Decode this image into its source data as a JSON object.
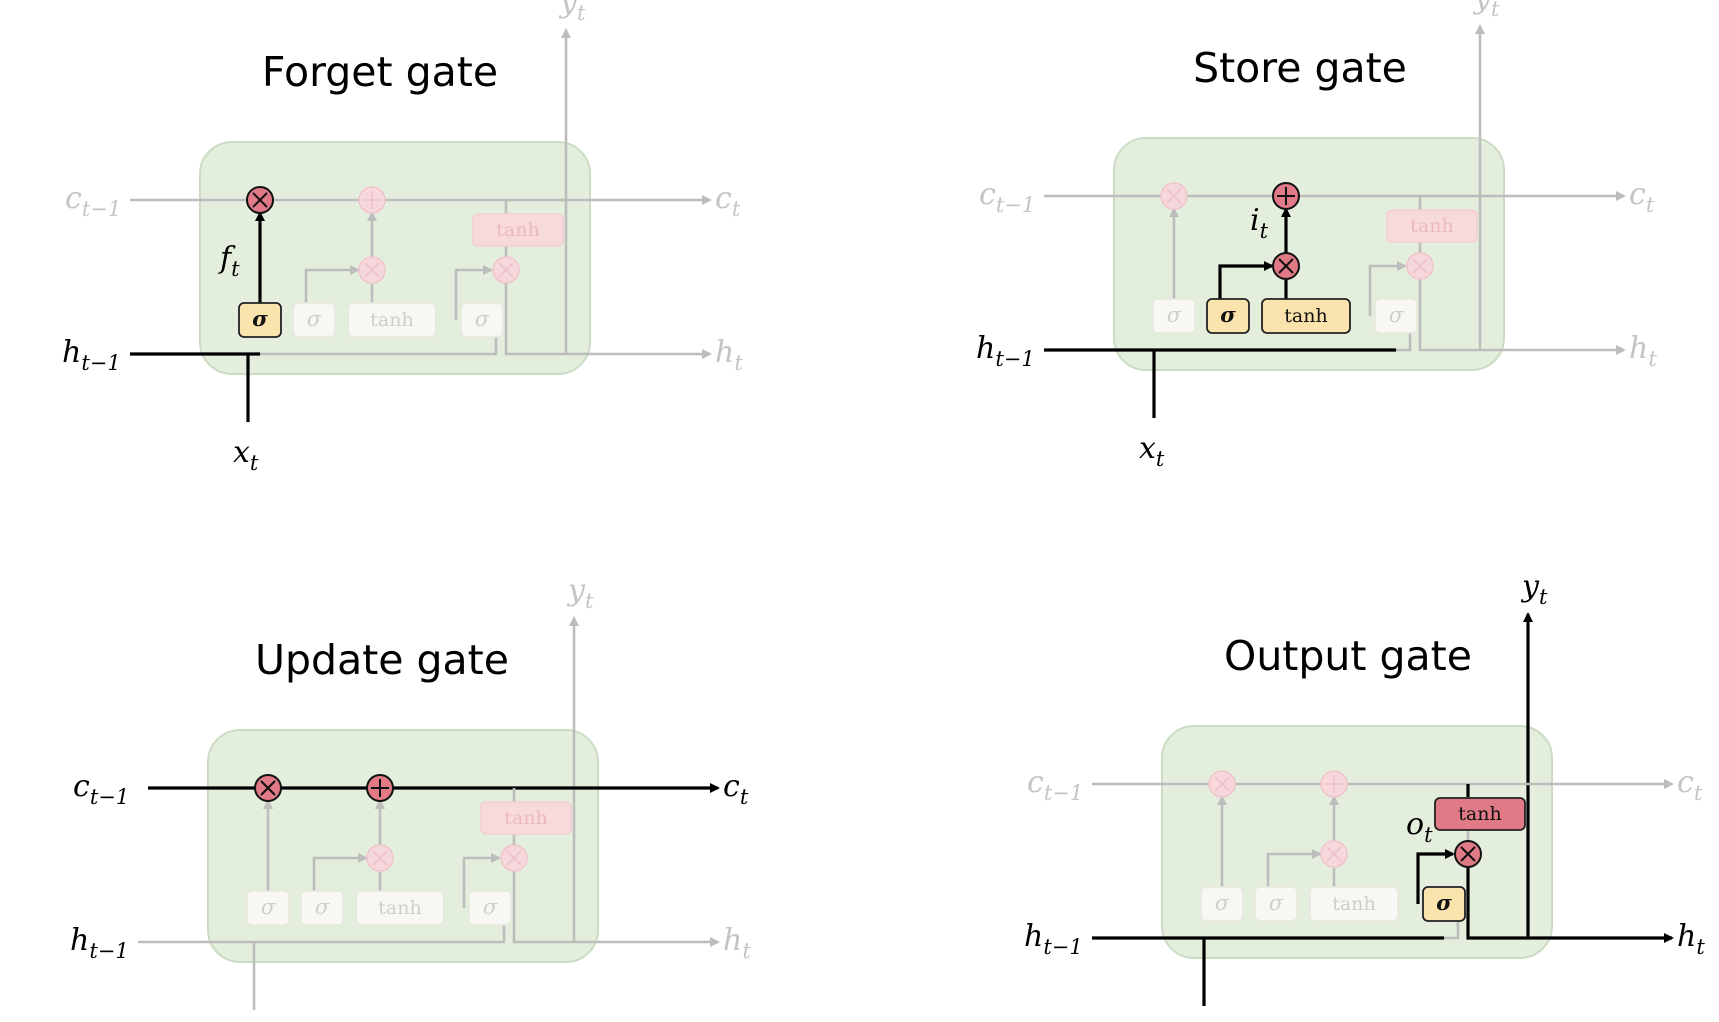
{
  "colors": {
    "background": "#ffffff",
    "cell_fill": "#e3efdc",
    "cell_border": "#ccdcc4",
    "faded_line": "#bdbdbd",
    "active_line": "#000000",
    "op_active": "#e07a86",
    "op_faded": "#f6d8dc",
    "sigma_active": "#fbe3ae",
    "tanh_active_red": "#e07a86",
    "faded_box": "#f7f7f3"
  },
  "labels": {
    "c_prev": "c",
    "c_prev_sub": "t−1",
    "c_t": "c",
    "c_t_sub": "t",
    "h_prev": "h",
    "h_prev_sub": "t−1",
    "h_t": "h",
    "h_t_sub": "t",
    "x_t": "x",
    "x_t_sub": "t",
    "y_t": "y",
    "y_t_sub": "t",
    "sigma": "σ",
    "tanh": "tanh"
  },
  "panels": [
    {
      "id": "forget",
      "title": "Forget gate",
      "gate_label": "f",
      "gate_sub": "t"
    },
    {
      "id": "store",
      "title": "Store gate",
      "gate_label": "i",
      "gate_sub": "t"
    },
    {
      "id": "update",
      "title": "Update gate",
      "gate_label": "",
      "gate_sub": ""
    },
    {
      "id": "output",
      "title": "Output gate",
      "gate_label": "o",
      "gate_sub": "t"
    }
  ]
}
